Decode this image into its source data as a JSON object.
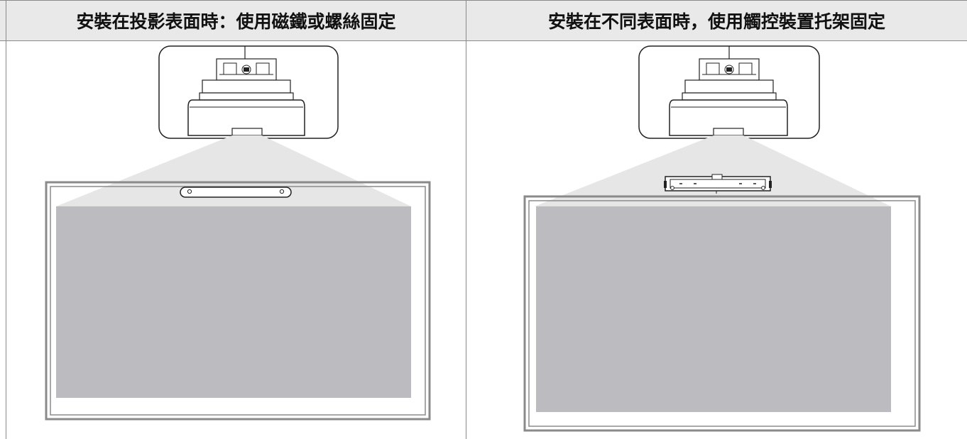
{
  "table": {
    "columns": [
      {
        "heading": "安裝在投影表面時：使用磁鐵或螺絲固定"
      },
      {
        "heading": "安裝在不同表面時，使用觸控裝置托架固定"
      }
    ]
  },
  "colors": {
    "header_bg": "#e9e9e9",
    "projection_area": "#bcbcc0",
    "beam_light": "#e6e6e6",
    "board_frame": "#8a8a8a",
    "line_art": "#222222"
  },
  "figures": [
    {
      "illustration": "projector-mounted-above-whiteboard",
      "accessory": "touch-unit-strip-on-surface"
    },
    {
      "illustration": "projector-mounted-above-whiteboard",
      "accessory": "touch-unit-bracket-above-surface"
    }
  ]
}
